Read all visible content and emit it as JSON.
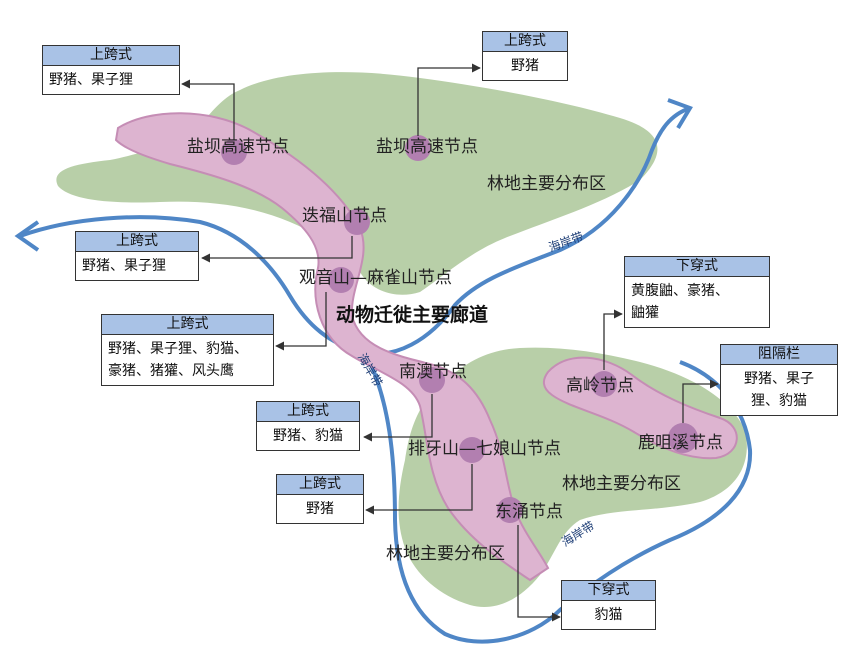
{
  "title": "动物迁徙主要廊道",
  "nodes": {
    "yantian_west": "盐坝高速节点",
    "yantian_east": "盐坝高速节点",
    "diefu": "迭福山节点",
    "guanyin": "观音山—麻雀山节点",
    "nanao": "南澳节点",
    "paiya": "排牙山—七娘山节点",
    "dongchong": "东涌节点",
    "gaoling": "高岭节点",
    "luzuixi": "鹿咀溪节点"
  },
  "forest_label": "林地主要分布区",
  "coastline_label": "海岸带",
  "callouts": {
    "c1": {
      "type": "上跨式",
      "species": "野猪、果子狸"
    },
    "c2": {
      "type": "上跨式",
      "species": "野猪"
    },
    "c3": {
      "type": "上跨式",
      "species": "野猪、果子狸"
    },
    "c4": {
      "type": "上跨式",
      "species_line1": "野猪、果子狸、豹猫、",
      "species_line2": "豪猪、猪獾、风头鹰"
    },
    "c5": {
      "type": "上跨式",
      "species": "野猪、豹猫"
    },
    "c6": {
      "type": "上跨式",
      "species": "野猪"
    },
    "c7": {
      "type": "下穿式",
      "species_line1": "黄腹鼬、豪猪、",
      "species_line2": "鼬獾"
    },
    "c8": {
      "type": "阻隔栏",
      "species_line1": "野猪、果子",
      "species_line2": "狸、豹猫"
    },
    "c9": {
      "type": "下穿式",
      "species": "豹猫"
    }
  },
  "colors": {
    "forest": "#b8cfa8",
    "corridor": "#ddb4d0",
    "corridor_edge": "#c58db5",
    "node": "#b27fb0",
    "coast": "#4f86c6",
    "callout_header": "#a9c2e6"
  }
}
